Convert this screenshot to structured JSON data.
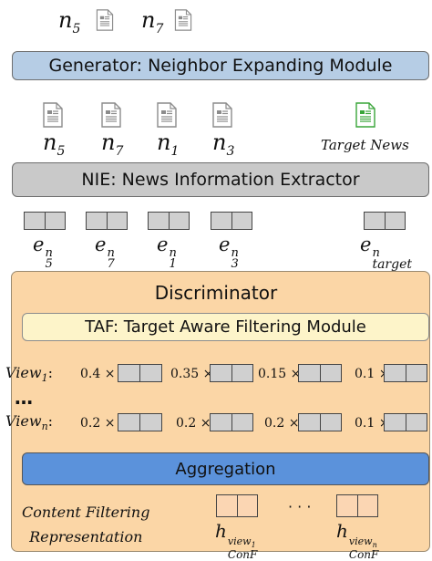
{
  "colors": {
    "generator_fill": "#b6cde5",
    "nie_fill": "#c9c9c9",
    "discriminator_fill": "#fbd6a6",
    "taf_fill": "#fdf4c9",
    "aggregation_fill": "#5b92db",
    "target_doc": "#3aa53a",
    "doc_gray": "#8c8c8c"
  },
  "top_docs": [
    {
      "label": "n",
      "sub": "5",
      "icon": "document-icon"
    },
    {
      "label": "n",
      "sub": "7",
      "icon": "document-icon"
    }
  ],
  "generator": {
    "label": "Generator: Neighbor Expanding Module"
  },
  "neighbor_docs": [
    {
      "label": "n",
      "sub": "5",
      "icon": "document-icon"
    },
    {
      "label": "n",
      "sub": "7",
      "icon": "document-icon"
    },
    {
      "label": "n",
      "sub": "1",
      "icon": "document-icon"
    },
    {
      "label": "n",
      "sub": "3",
      "icon": "document-icon"
    }
  ],
  "target_doc": {
    "label": "Target News",
    "icon": "green-document-icon"
  },
  "nie": {
    "label": "NIE: News Information Extractor"
  },
  "embeddings": [
    {
      "base": "e",
      "sup": "n",
      "sub": "5"
    },
    {
      "base": "e",
      "sup": "n",
      "sub": "7"
    },
    {
      "base": "e",
      "sup": "n",
      "sub": "1"
    },
    {
      "base": "e",
      "sup": "n",
      "sub": "3"
    },
    {
      "base": "e",
      "sup": "n",
      "sub": "target"
    }
  ],
  "discriminator": {
    "title": "Discriminator"
  },
  "taf": {
    "label": "TAF: Target Aware Filtering Module"
  },
  "views": [
    {
      "base": "View",
      "sub": "1",
      "colon": ":",
      "weights": [
        "0.4 ×",
        "0.35 ×",
        "0.15 ×",
        "0.1 ×"
      ]
    },
    {
      "base": "View",
      "sub": "n",
      "colon": ":",
      "weights": [
        "0.2 ×",
        "0.2 ×",
        "0.2 ×",
        "0.1 ×"
      ]
    }
  ],
  "ellipsis": "…",
  "aggregation": {
    "label": "Aggregation"
  },
  "content_filtering": {
    "line1": "Content Filtering",
    "line2": "Representation"
  },
  "outputs": [
    {
      "base": "h",
      "sup": "view",
      "sup_sub": "1",
      "sub": "ConF"
    },
    {
      "base": "h",
      "sup": "view",
      "sup_sub": "n",
      "sub": "ConF"
    }
  ],
  "output_ellipsis": "· · ·"
}
